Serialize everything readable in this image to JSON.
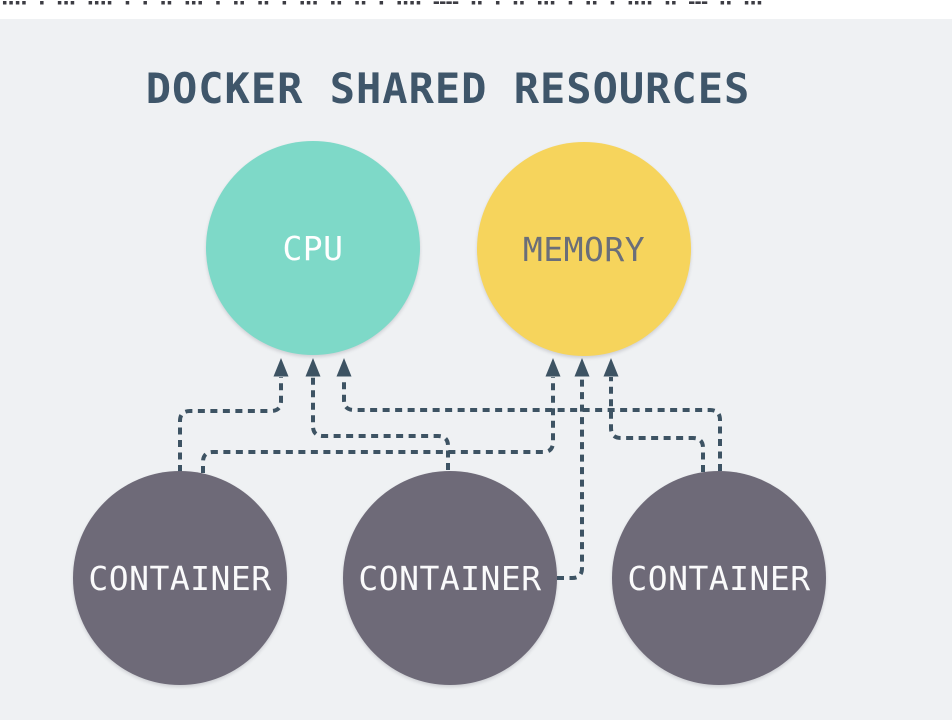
{
  "top_strip": {
    "clipped_text_fragments": "▪▪▪▪ ▪ ▪▪▪ ▪▪▪▪ ▪ ▪ ▪▪ ▪▪▪ ▪ ▪▪ ▪▪ ▪ ▪▪▪ ▪▪ ▪▪ ▪ ▪▪▪▪ ▬▬▬▬ ▪▪ ▪ ▪▪ ▪▪▪ ▪ ▪▪ ▪ ▪▪▪▪ ▪▪ ▬▬▬ ▪▪ ▪▪▪"
  },
  "diagram": {
    "title": "DOCKER SHARED RESOURCES",
    "nodes": [
      {
        "id": "cpu",
        "label": "CPU",
        "shape": "circle",
        "fill": "#7ed9c8",
        "text_color": "#ffffff"
      },
      {
        "id": "memory",
        "label": "MEMORY",
        "shape": "circle",
        "fill": "#f6d45c",
        "text_color": "#6a6e79"
      },
      {
        "id": "container-1",
        "label": "CONTAINER",
        "shape": "circle",
        "fill": "#6e6a78",
        "text_color": "#ffffff"
      },
      {
        "id": "container-2",
        "label": "CONTAINER",
        "shape": "circle",
        "fill": "#6e6a78",
        "text_color": "#ffffff"
      },
      {
        "id": "container-3",
        "label": "CONTAINER",
        "shape": "circle",
        "fill": "#6e6a78",
        "text_color": "#ffffff"
      }
    ],
    "edges": [
      {
        "from": "container-1",
        "to": "cpu",
        "style": "dashed",
        "arrow": "target"
      },
      {
        "from": "container-2",
        "to": "cpu",
        "style": "dashed",
        "arrow": "target"
      },
      {
        "from": "container-3",
        "to": "cpu",
        "style": "dashed",
        "arrow": "target"
      },
      {
        "from": "container-1",
        "to": "memory",
        "style": "dashed",
        "arrow": "target"
      },
      {
        "from": "container-2",
        "to": "memory",
        "style": "dashed",
        "arrow": "target"
      },
      {
        "from": "container-3",
        "to": "memory",
        "style": "dashed",
        "arrow": "target"
      }
    ],
    "colors": {
      "background": "#eff1f3",
      "top_strip_background": "#ffffff",
      "title": "#3f566a",
      "edge": "#3d5363",
      "cpu_fill": "#7ed9c8",
      "memory_fill": "#f6d45c",
      "container_fill": "#6e6a78"
    }
  }
}
